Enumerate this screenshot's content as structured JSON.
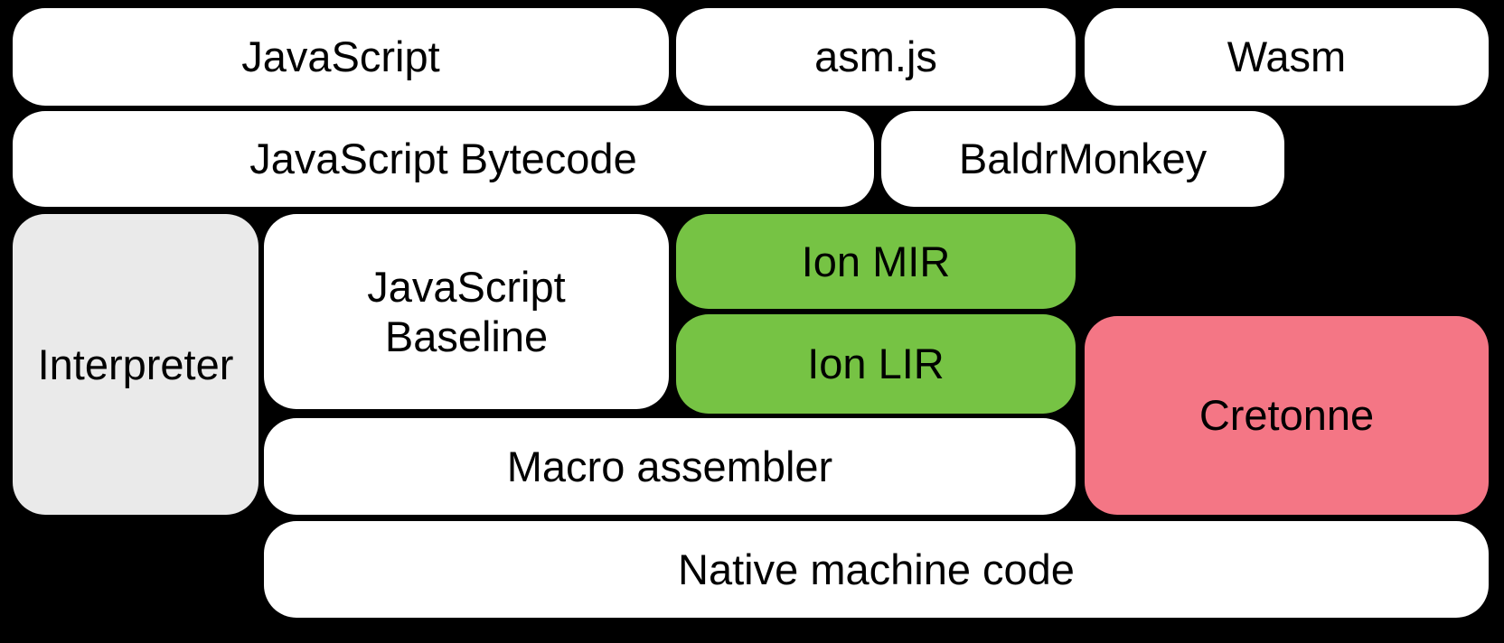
{
  "diagram": {
    "background": "#000000",
    "colors": {
      "default_box": "#FFFFFF",
      "interpreter_gray": "#EAEAEA",
      "ion_green": "#76C344",
      "cretonne_pink": "#F47685",
      "text": "#000000"
    },
    "nodes": [
      {
        "id": "javascript",
        "label": "JavaScript",
        "fill": "#FFFFFF"
      },
      {
        "id": "asmjs",
        "label": "asm.js",
        "fill": "#FFFFFF"
      },
      {
        "id": "wasm",
        "label": "Wasm",
        "fill": "#FFFFFF"
      },
      {
        "id": "javascript-bytecode",
        "label": "JavaScript Bytecode",
        "fill": "#FFFFFF"
      },
      {
        "id": "baldrmonkey",
        "label": "BaldrMonkey",
        "fill": "#FFFFFF"
      },
      {
        "id": "interpreter",
        "label": "Interpreter",
        "fill": "#EAEAEA"
      },
      {
        "id": "javascript-baseline",
        "label": "JavaScript\nBaseline",
        "fill": "#FFFFFF"
      },
      {
        "id": "ion-mir",
        "label": "Ion MIR",
        "fill": "#76C344"
      },
      {
        "id": "ion-lir",
        "label": "Ion LIR",
        "fill": "#76C344"
      },
      {
        "id": "cretonne",
        "label": "Cretonne",
        "fill": "#F47685"
      },
      {
        "id": "macro-assembler",
        "label": "Macro assembler",
        "fill": "#FFFFFF"
      },
      {
        "id": "native-machine-code",
        "label": "Native machine code",
        "fill": "#FFFFFF"
      }
    ]
  }
}
